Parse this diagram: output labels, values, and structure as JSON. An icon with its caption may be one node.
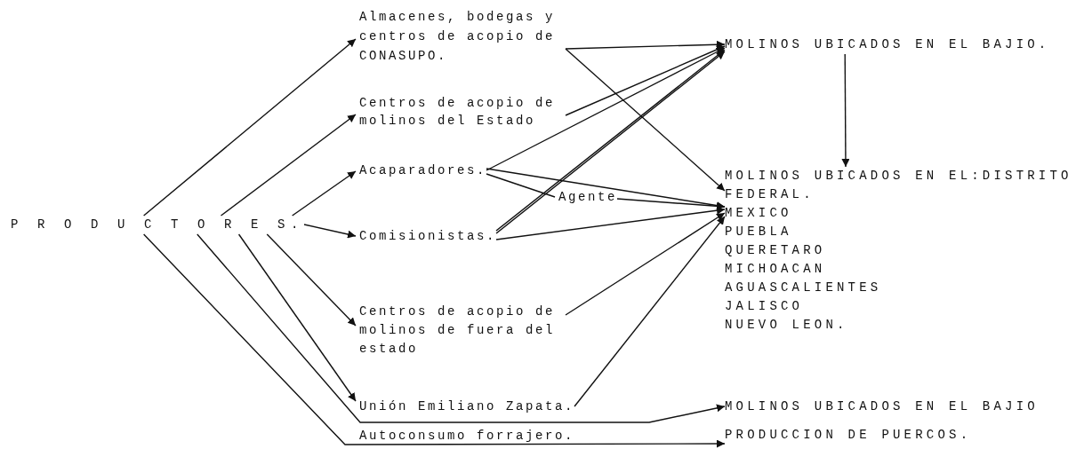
{
  "diagram": {
    "nodes": [
      {
        "text": [
          "P R O D U C T O R E S."
        ]
      },
      {
        "text": [
          "Almacenes, bodegas y centros de acopio de CONASUPO."
        ]
      },
      {
        "text": [
          "Centros de acopio de molinos del Estado"
        ]
      },
      {
        "text": [
          "Acaparadores."
        ]
      },
      {
        "text": [
          "Agente"
        ]
      },
      {
        "text": [
          "Comisionistas."
        ]
      },
      {
        "text": [
          "Centros de acopio de molinos de fuera del estado"
        ]
      },
      {
        "text": [
          "Unión Emiliano Zapata."
        ]
      },
      {
        "text": [
          "Autoconsumo forrajero."
        ]
      },
      {
        "text": [
          "MOLINOS UBICADOS EN EL BAJIO."
        ]
      },
      {
        "text": [
          "MOLINOS UBICADOS EN EL:DISTRITO FEDERAL.",
          "MEXICO",
          "PUEBLA",
          "QUERETARO",
          "MICHOACAN",
          "AGUASCALIENTES",
          "JALISCO",
          "NUEVO LEON."
        ]
      },
      {
        "text": [
          "MOLINOS UBICADOS EN EL BAJIO"
        ]
      },
      {
        "text": [
          "PRODUCCION DE PUERCOS."
        ]
      }
    ],
    "edges": [
      {
        "from": 0,
        "to": 1,
        "arrow": "to"
      },
      {
        "from": 0,
        "to": 2,
        "arrow": "to"
      },
      {
        "from": 0,
        "to": 3,
        "arrow": "to"
      },
      {
        "from": 0,
        "to": 5,
        "arrow": "to"
      },
      {
        "from": 0,
        "to": 6,
        "arrow": "to"
      },
      {
        "from": 0,
        "to": 7,
        "arrow": "to"
      },
      {
        "from": 0,
        "to": 11,
        "arrow": "to"
      },
      {
        "from": 0,
        "to": 12,
        "arrow": "to"
      },
      {
        "from": 1,
        "to": 9,
        "arrow": "to"
      },
      {
        "from": 1,
        "to": 10,
        "arrow": "to"
      },
      {
        "from": 2,
        "to": 9,
        "arrow": "to"
      },
      {
        "from": 3,
        "to": 9,
        "arrow": "to"
      },
      {
        "from": 3,
        "to": 4,
        "arrow": "none"
      },
      {
        "from": 3,
        "to": 10,
        "arrow": "to"
      },
      {
        "from": 4,
        "to": 10,
        "arrow": "to"
      },
      {
        "from": 5,
        "to": 9,
        "arrow": "to"
      },
      {
        "from": 5,
        "to": 9,
        "arrow": "to"
      },
      {
        "from": 5,
        "to": 10,
        "arrow": "to"
      },
      {
        "from": 6,
        "to": 10,
        "arrow": "to"
      },
      {
        "from": 7,
        "to": 10,
        "arrow": "to"
      },
      {
        "from": 9,
        "to": 10,
        "arrow": "to"
      }
    ]
  }
}
